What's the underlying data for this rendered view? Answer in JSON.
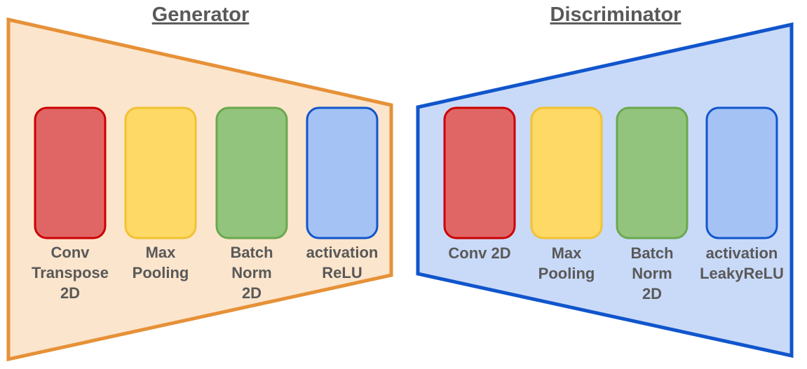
{
  "colors": {
    "generator_fill": "#fce5cd",
    "generator_stroke": "#e69138",
    "discriminator_fill": "#c9daf8",
    "discriminator_stroke": "#1155cc",
    "text": "#595959",
    "red_fill": "#e06666",
    "red_stroke": "#cc0000",
    "yellow_fill": "#ffd966",
    "yellow_stroke": "#f1c232",
    "green_fill": "#93c47d",
    "green_stroke": "#6aa84f",
    "blue_fill": "#a4c2f4",
    "blue_stroke": "#1155cc"
  },
  "generator": {
    "title": "Generator",
    "blocks": [
      {
        "lines": [
          "Conv",
          "Transpose",
          "2D"
        ],
        "color": "red"
      },
      {
        "lines": [
          "Max",
          "Pooling"
        ],
        "color": "yellow"
      },
      {
        "lines": [
          "Batch",
          "Norm",
          "2D"
        ],
        "color": "green"
      },
      {
        "lines": [
          "activation",
          "ReLU"
        ],
        "color": "blue"
      }
    ]
  },
  "discriminator": {
    "title": "Discriminator",
    "blocks": [
      {
        "lines": [
          "Conv 2D"
        ],
        "color": "red"
      },
      {
        "lines": [
          "Max",
          "Pooling"
        ],
        "color": "yellow"
      },
      {
        "lines": [
          "Batch",
          "Norm",
          "2D"
        ],
        "color": "green"
      },
      {
        "lines": [
          "activation",
          "LeakyReLU"
        ],
        "color": "blue"
      }
    ]
  }
}
